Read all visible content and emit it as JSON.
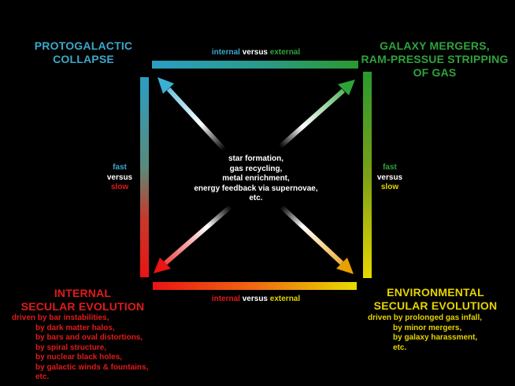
{
  "colors": {
    "background": "#000000",
    "protogalactic": "#3ba8c9",
    "mergers": "#2fa33c",
    "internal": "#e01b1b",
    "environmental": "#e6d400",
    "white": "#ffffff"
  },
  "corners": {
    "top_left": {
      "lines": [
        "PROTOGALACTIC",
        "COLLAPSE"
      ]
    },
    "top_right": {
      "lines": [
        "GALAXY MERGERS,",
        "RAM-PRESSUE STRIPPING",
        "OF GAS"
      ]
    },
    "bottom_left": {
      "lines": [
        "INTERNAL",
        "SECULAR EVOLUTION"
      ],
      "details": [
        "driven by bar instabilities,",
        "by dark matter halos,",
        "by bars and oval distortions,",
        "by spiral structure,",
        "by nuclear black holes,",
        "by galactic winds & fountains,",
        "etc."
      ]
    },
    "bottom_right": {
      "lines": [
        "ENVIRONMENTAL",
        "SECULAR EVOLUTION"
      ],
      "details": [
        "driven  by prolonged gas  infall,",
        "by minor mergers,",
        "by galaxy harassment,",
        "etc."
      ]
    }
  },
  "axes": {
    "top": {
      "internal": "internal",
      "versus": "versus",
      "external": "external"
    },
    "bottom": {
      "internal": "internal",
      "versus": "versus",
      "external": "external"
    },
    "left": {
      "fast": "fast",
      "versus": "versus",
      "slow": "slow"
    },
    "right": {
      "fast": "fast",
      "versus": "versus",
      "slow": "slow"
    }
  },
  "center": {
    "lines": [
      "star formation,",
      "gas recycling,",
      "metal enrichment,",
      "energy feedback via supernovae,",
      "etc."
    ]
  }
}
